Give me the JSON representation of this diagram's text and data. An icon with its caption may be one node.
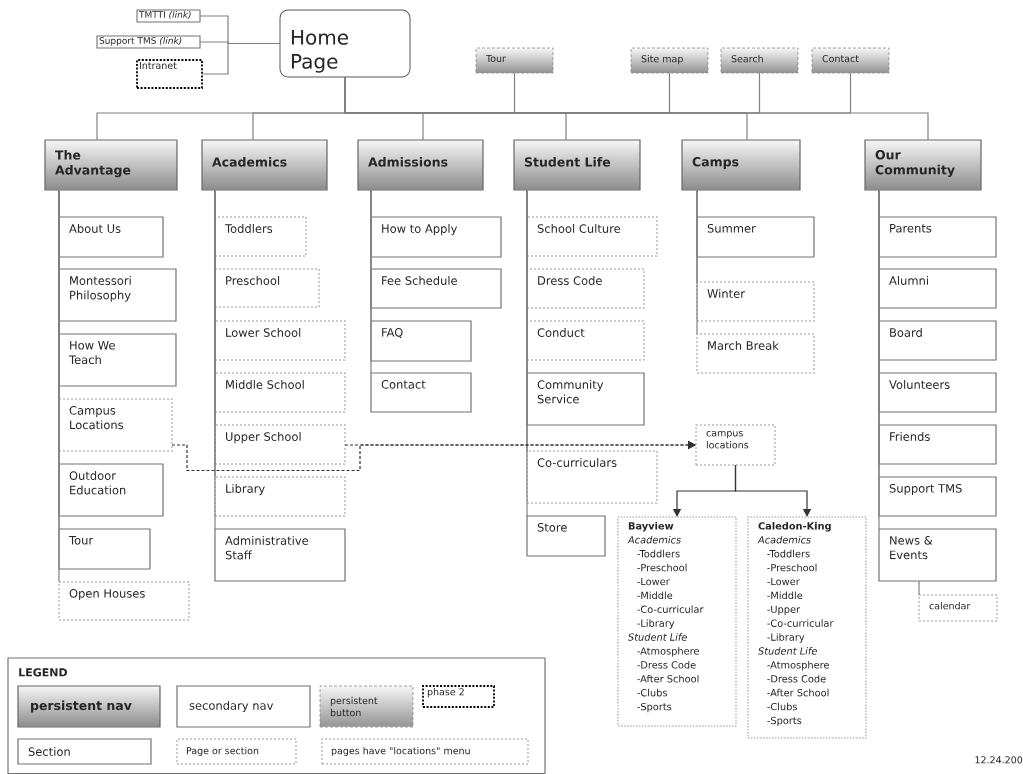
{
  "diagram": {
    "nodes": [
      {
        "text": [
          "Home Page"
        ]
      },
      {
        "text": [
          "TMTTI *(link)*"
        ]
      },
      {
        "text": [
          "Support TMS *(link)*"
        ]
      },
      {
        "text": [
          "Intranet"
        ]
      },
      {
        "text": [
          "Tour"
        ]
      },
      {
        "text": [
          "Site map"
        ]
      },
      {
        "text": [
          "Search"
        ]
      },
      {
        "text": [
          "Contact"
        ]
      },
      {
        "text": [
          "The Advantage"
        ]
      },
      {
        "text": [
          "Academics"
        ]
      },
      {
        "text": [
          "Admissions"
        ]
      },
      {
        "text": [
          "Student Life"
        ]
      },
      {
        "text": [
          "Camps"
        ]
      },
      {
        "text": [
          "Our Community"
        ]
      },
      {
        "text": [
          "About Us"
        ]
      },
      {
        "text": [
          "Montessori Philosophy"
        ]
      },
      {
        "text": [
          "How We Teach"
        ]
      },
      {
        "text": [
          "Campus Locations"
        ]
      },
      {
        "text": [
          "Outdoor Education"
        ]
      },
      {
        "text": [
          "Tour"
        ]
      },
      {
        "text": [
          "Open Houses"
        ]
      },
      {
        "text": [
          "Toddlers"
        ]
      },
      {
        "text": [
          "Preschool"
        ]
      },
      {
        "text": [
          "Lower School"
        ]
      },
      {
        "text": [
          "Middle School"
        ]
      },
      {
        "text": [
          "Upper School"
        ]
      },
      {
        "text": [
          "Library"
        ]
      },
      {
        "text": [
          "Administrative Staff"
        ]
      },
      {
        "text": [
          "How to Apply"
        ]
      },
      {
        "text": [
          "Fee Schedule"
        ]
      },
      {
        "text": [
          "FAQ"
        ]
      },
      {
        "text": [
          "Contact"
        ]
      },
      {
        "text": [
          "School Culture"
        ]
      },
      {
        "text": [
          "Dress Code"
        ]
      },
      {
        "text": [
          "Conduct"
        ]
      },
      {
        "text": [
          "Community Service"
        ]
      },
      {
        "text": [
          "Co-curriculars"
        ]
      },
      {
        "text": [
          "Store"
        ]
      },
      {
        "text": [
          "Summer"
        ]
      },
      {
        "text": [
          "Winter"
        ]
      },
      {
        "text": [
          "March Break"
        ]
      },
      {
        "text": [
          "Parents"
        ]
      },
      {
        "text": [
          "Alumni"
        ]
      },
      {
        "text": [
          "Board"
        ]
      },
      {
        "text": [
          "Volunteers"
        ]
      },
      {
        "text": [
          "Friends"
        ]
      },
      {
        "text": [
          "Support TMS"
        ]
      },
      {
        "text": [
          "News & Events"
        ]
      },
      {
        "text": [
          "calendar"
        ]
      },
      {
        "text": [
          "campus locations"
        ]
      },
      {
        "text": [
          "**Bayview**",
          "*Academics*",
          "-Toddlers",
          "-Preschool",
          "-Lower",
          "-Middle",
          "-Co-curricular",
          "-Library",
          "*Student Life*",
          "-Atmosphere",
          "-Dress Code",
          "-After School",
          "-Clubs",
          "-Sports"
        ]
      },
      {
        "text": [
          "**Caledon-King**",
          "*Academics*",
          "-Toddlers",
          "-Preschool",
          "-Lower",
          "-Middle",
          "-Upper",
          "-Co-curricular",
          "-Library",
          "*Student Life*",
          "-Atmosphere",
          "-Dress Code",
          "-After School",
          "-Clubs",
          "-Sports"
        ]
      }
    ],
    "edges": [
      {
        "from": 0,
        "to": 1,
        "arrow": "none"
      },
      {
        "from": 0,
        "to": 2,
        "arrow": "none"
      },
      {
        "from": 0,
        "to": 3,
        "arrow": "none"
      },
      {
        "from": 0,
        "to": 4,
        "arrow": "none"
      },
      {
        "from": 0,
        "to": 5,
        "arrow": "none"
      },
      {
        "from": 0,
        "to": 6,
        "arrow": "none"
      },
      {
        "from": 0,
        "to": 7,
        "arrow": "none"
      },
      {
        "from": 0,
        "to": 8,
        "arrow": "none"
      },
      {
        "from": 0,
        "to": 9,
        "arrow": "none"
      },
      {
        "from": 0,
        "to": 10,
        "arrow": "none"
      },
      {
        "from": 0,
        "to": 11,
        "arrow": "none"
      },
      {
        "from": 0,
        "to": 12,
        "arrow": "none"
      },
      {
        "from": 0,
        "to": 13,
        "arrow": "none"
      },
      {
        "from": 8,
        "to": 14,
        "arrow": "none"
      },
      {
        "from": 8,
        "to": 15,
        "arrow": "none"
      },
      {
        "from": 8,
        "to": 16,
        "arrow": "none"
      },
      {
        "from": 8,
        "to": 17,
        "arrow": "none"
      },
      {
        "from": 8,
        "to": 18,
        "arrow": "none"
      },
      {
        "from": 8,
        "to": 19,
        "arrow": "none"
      },
      {
        "from": 8,
        "to": 20,
        "arrow": "none"
      },
      {
        "from": 9,
        "to": 21,
        "arrow": "none"
      },
      {
        "from": 9,
        "to": 22,
        "arrow": "none"
      },
      {
        "from": 9,
        "to": 23,
        "arrow": "none"
      },
      {
        "from": 9,
        "to": 24,
        "arrow": "none"
      },
      {
        "from": 9,
        "to": 25,
        "arrow": "none"
      },
      {
        "from": 9,
        "to": 26,
        "arrow": "none"
      },
      {
        "from": 9,
        "to": 27,
        "arrow": "none"
      },
      {
        "from": 10,
        "to": 28,
        "arrow": "none"
      },
      {
        "from": 10,
        "to": 29,
        "arrow": "none"
      },
      {
        "from": 10,
        "to": 30,
        "arrow": "none"
      },
      {
        "from": 10,
        "to": 31,
        "arrow": "none"
      },
      {
        "from": 11,
        "to": 32,
        "arrow": "none"
      },
      {
        "from": 11,
        "to": 33,
        "arrow": "none"
      },
      {
        "from": 11,
        "to": 34,
        "arrow": "none"
      },
      {
        "from": 11,
        "to": 35,
        "arrow": "none"
      },
      {
        "from": 11,
        "to": 36,
        "arrow": "none"
      },
      {
        "from": 11,
        "to": 37,
        "arrow": "none"
      },
      {
        "from": 12,
        "to": 38,
        "arrow": "none"
      },
      {
        "from": 12,
        "to": 39,
        "arrow": "none"
      },
      {
        "from": 12,
        "to": 40,
        "arrow": "none"
      },
      {
        "from": 13,
        "to": 41,
        "arrow": "none"
      },
      {
        "from": 13,
        "to": 42,
        "arrow": "none"
      },
      {
        "from": 13,
        "to": 43,
        "arrow": "none"
      },
      {
        "from": 13,
        "to": 44,
        "arrow": "none"
      },
      {
        "from": 13,
        "to": 45,
        "arrow": "none"
      },
      {
        "from": 13,
        "to": 46,
        "arrow": "none"
      },
      {
        "from": 13,
        "to": 47,
        "arrow": "none"
      },
      {
        "from": 47,
        "to": 48,
        "arrow": "none"
      },
      {
        "from": 17,
        "to": 49,
        "arrow": "to",
        "style": "dashed"
      },
      {
        "from": 25,
        "to": 49,
        "arrow": "to",
        "style": "dashed"
      },
      {
        "from": 49,
        "to": 50,
        "arrow": "to"
      },
      {
        "from": 49,
        "to": 51,
        "arrow": "to"
      }
    ],
    "labels": [
      "LEGEND",
      "12.24.200"
    ],
    "legend": [
      {
        "text": "persistent nav"
      },
      {
        "text": "secondary nav"
      },
      {
        "text": "persistent button"
      },
      {
        "text": "phase 2"
      },
      {
        "text": "Section"
      },
      {
        "text": "Page or section"
      },
      {
        "text": "pages have \"locations\" menu"
      }
    ]
  }
}
